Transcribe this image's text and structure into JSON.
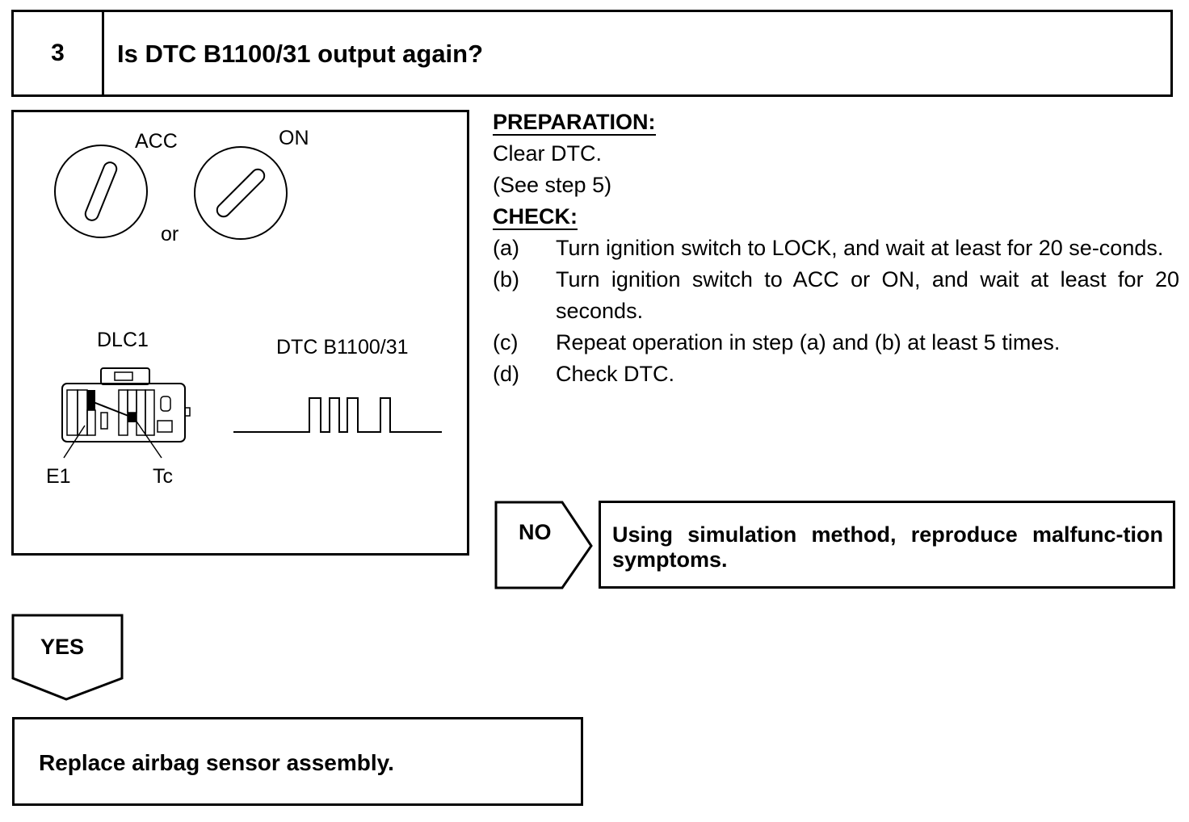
{
  "header": {
    "step_number": "3",
    "question": "Is DTC B1100/31 output again?"
  },
  "figure": {
    "acc_label": "ACC",
    "on_label": "ON",
    "or_label": "or",
    "dlc_label": "DLC1",
    "dtc_label": "DTC B1100/31",
    "e1_label": "E1",
    "tc_label": "Tc"
  },
  "preparation": {
    "heading": "PREPARATION:",
    "lines": [
      "Clear DTC.",
      "(See step 5)"
    ]
  },
  "check": {
    "heading": "CHECK:",
    "steps": [
      {
        "letter": "(a)",
        "text": "Turn ignition switch to LOCK, and wait at least for 20 se-conds."
      },
      {
        "letter": "(b)",
        "text": "Turn ignition switch to ACC or ON, and wait at least for 20 seconds."
      },
      {
        "letter": "(c)",
        "text": "Repeat operation in step (a) and (b) at least 5 times."
      },
      {
        "letter": "(d)",
        "text": "Check DTC."
      }
    ]
  },
  "no_branch": {
    "label": "NO",
    "action": "Using simulation method, reproduce malfunc-tion symptoms."
  },
  "yes_branch": {
    "label": "YES",
    "action": "Replace airbag sensor assembly."
  }
}
